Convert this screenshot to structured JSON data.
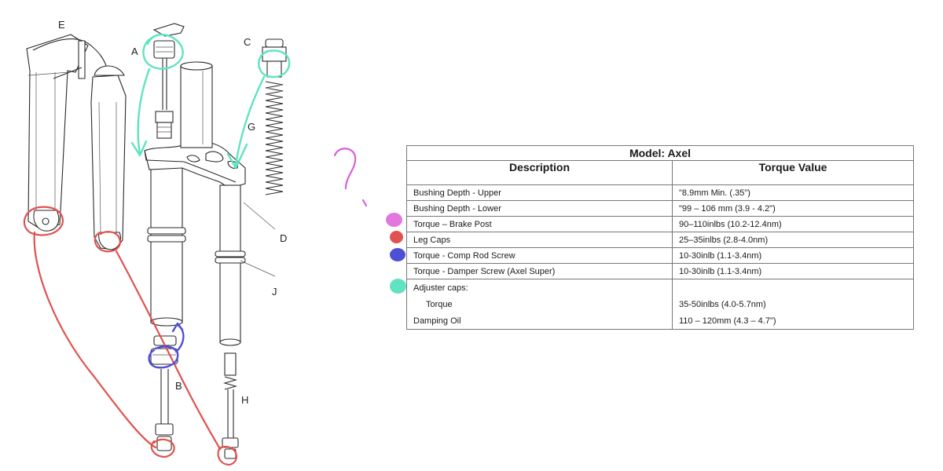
{
  "callouts": {
    "A": "A",
    "B": "B",
    "C": "C",
    "D": "D",
    "E": "E",
    "G": "G",
    "H": "H",
    "J": "J"
  },
  "table": {
    "model": "Model: Axel",
    "headers": [
      "Description",
      "Torque Value"
    ],
    "rows": [
      {
        "description": "Bushing Depth - Upper",
        "value": "\"8.9mm Min. (.35\")"
      },
      {
        "description": "Bushing Depth - Lower",
        "value": "\"99 – 106 mm (3.9 - 4.2\")"
      },
      {
        "description": "Torque – Brake Post",
        "value": "90–110inlbs (10.2-12.4nm)"
      },
      {
        "description": "Leg Caps",
        "value": "25–35inlbs (2.8-4.0nm)"
      },
      {
        "description": "Torque -  Comp Rod Screw",
        "value": "10-30inlb (1.1-3.4nm)"
      },
      {
        "description": "Torque -  Damper Screw (Axel Super)",
        "value": "10-30inlb (1.1-3.4nm)"
      },
      {
        "description": "Adjuster caps:",
        "value": ""
      },
      {
        "description": "Torque",
        "value": "35-50inlbs (4.0-5.7nm)"
      },
      {
        "description": "Damping Oil",
        "value": "110 – 120mm (4.3 – 4.7\")"
      }
    ]
  },
  "annotation_colors": {
    "question_mark": "#d65fd6",
    "brake_post": "#e377e0",
    "leg_caps": "#e0524f",
    "comp_rod": "#4f4fd6",
    "adjuster": "#5fe3c0"
  }
}
